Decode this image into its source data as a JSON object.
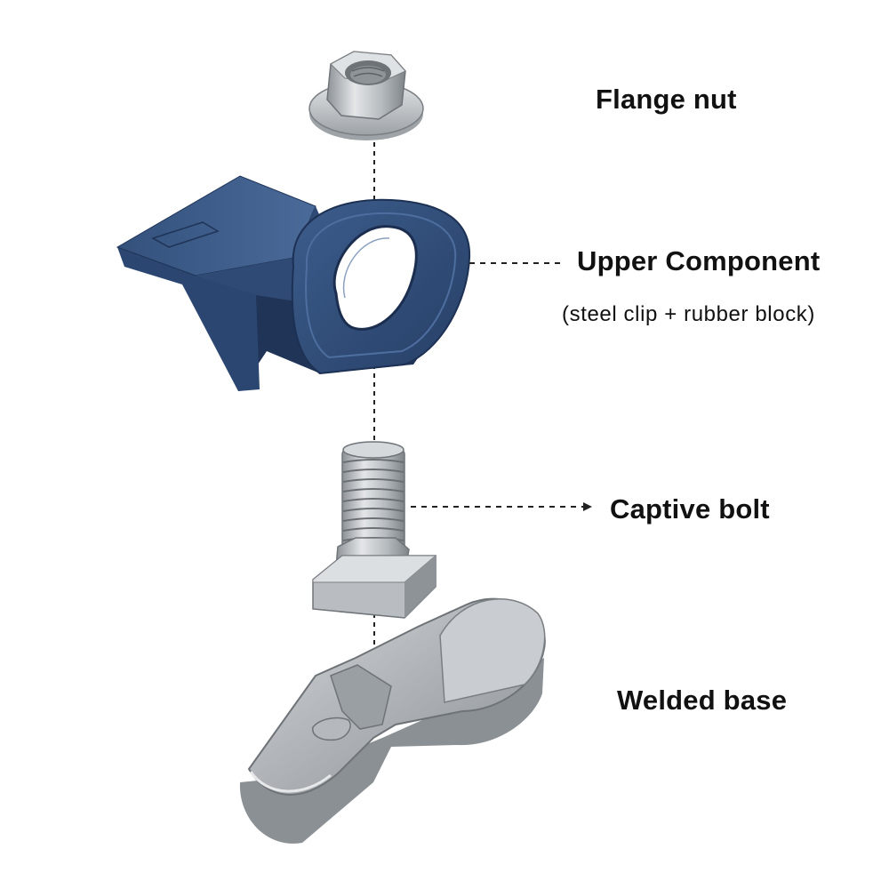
{
  "labels": {
    "flange_nut": "Flange nut",
    "upper_component": "Upper Component",
    "upper_component_note": "(steel clip + rubber block)",
    "captive_bolt": "Captive bolt",
    "welded_base": "Welded base"
  },
  "colors": {
    "clip_blue": "#2f4c77",
    "clip_dark": "#1f3457",
    "steel_light": "#d9dcdf",
    "steel_mid": "#a9aeb3",
    "steel_dark": "#7d8287",
    "leader": "#222222"
  }
}
